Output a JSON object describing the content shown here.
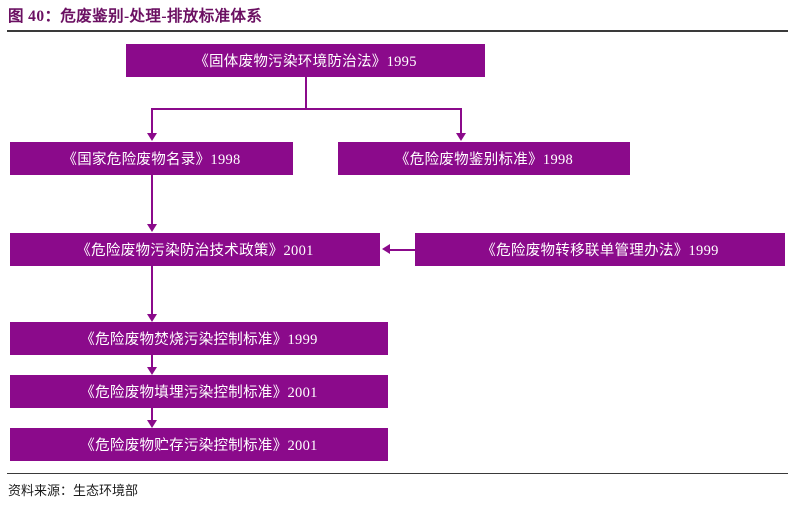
{
  "header": {
    "title": "图 40：危废鉴别-处理-排放标准体系",
    "accent_color": "#6b1062",
    "rule_color": "#3a3a3a"
  },
  "footer": {
    "source_label": "资料来源：生态环境部"
  },
  "style": {
    "node_fill": "#8b0a8b",
    "node_text": "#ffffff",
    "connector_color": "#8b0a8b"
  },
  "diagram": {
    "type": "flowchart",
    "nodes": [
      {
        "id": "n1",
        "label": "《固体废物污染环境防治法》1995"
      },
      {
        "id": "n2",
        "label": "《国家危险废物名录》1998"
      },
      {
        "id": "n3",
        "label": "《危险废物鉴别标准》1998"
      },
      {
        "id": "n4",
        "label": "《危险废物污染防治技术政策》2001"
      },
      {
        "id": "n5",
        "label": "《危险废物转移联单管理办法》1999"
      },
      {
        "id": "n6",
        "label": "《危险废物焚烧污染控制标准》1999"
      },
      {
        "id": "n7",
        "label": "《危险废物填埋污染控制标准》2001"
      },
      {
        "id": "n8",
        "label": "《危险废物贮存污染控制标准》2001"
      }
    ],
    "edges": [
      {
        "from": "n1",
        "to": "n2",
        "direction": "down"
      },
      {
        "from": "n1",
        "to": "n3",
        "direction": "down"
      },
      {
        "from": "n2",
        "to": "n4",
        "direction": "down"
      },
      {
        "from": "n5",
        "to": "n4",
        "direction": "left"
      },
      {
        "from": "n4",
        "to": "n6",
        "direction": "down"
      },
      {
        "from": "n6",
        "to": "n7",
        "direction": "down"
      },
      {
        "from": "n7",
        "to": "n8",
        "direction": "down"
      }
    ]
  }
}
